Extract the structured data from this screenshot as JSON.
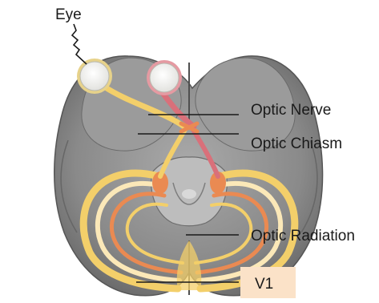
{
  "labels": {
    "eye": "Eye",
    "optic_nerve": "Optic Nerve",
    "optic_chiasm": "Optic Chiasm",
    "optic_radiation": "Optic Radiation",
    "v1": "V1"
  },
  "colors": {
    "background": "#ffffff",
    "brain_gray": "#8e8e8e",
    "brain_dark": "#5a5a5a",
    "brain_light": "#c8c8c8",
    "pathway_yellow": "#f3cf6a",
    "pathway_orange": "#ea8a52",
    "pathway_red": "#d9707a",
    "pathway_cream": "#fbe8b8",
    "eye_white": "#f7f7f5",
    "v1_box": "#fbe2c8",
    "leader_line": "#1a1a1a"
  }
}
